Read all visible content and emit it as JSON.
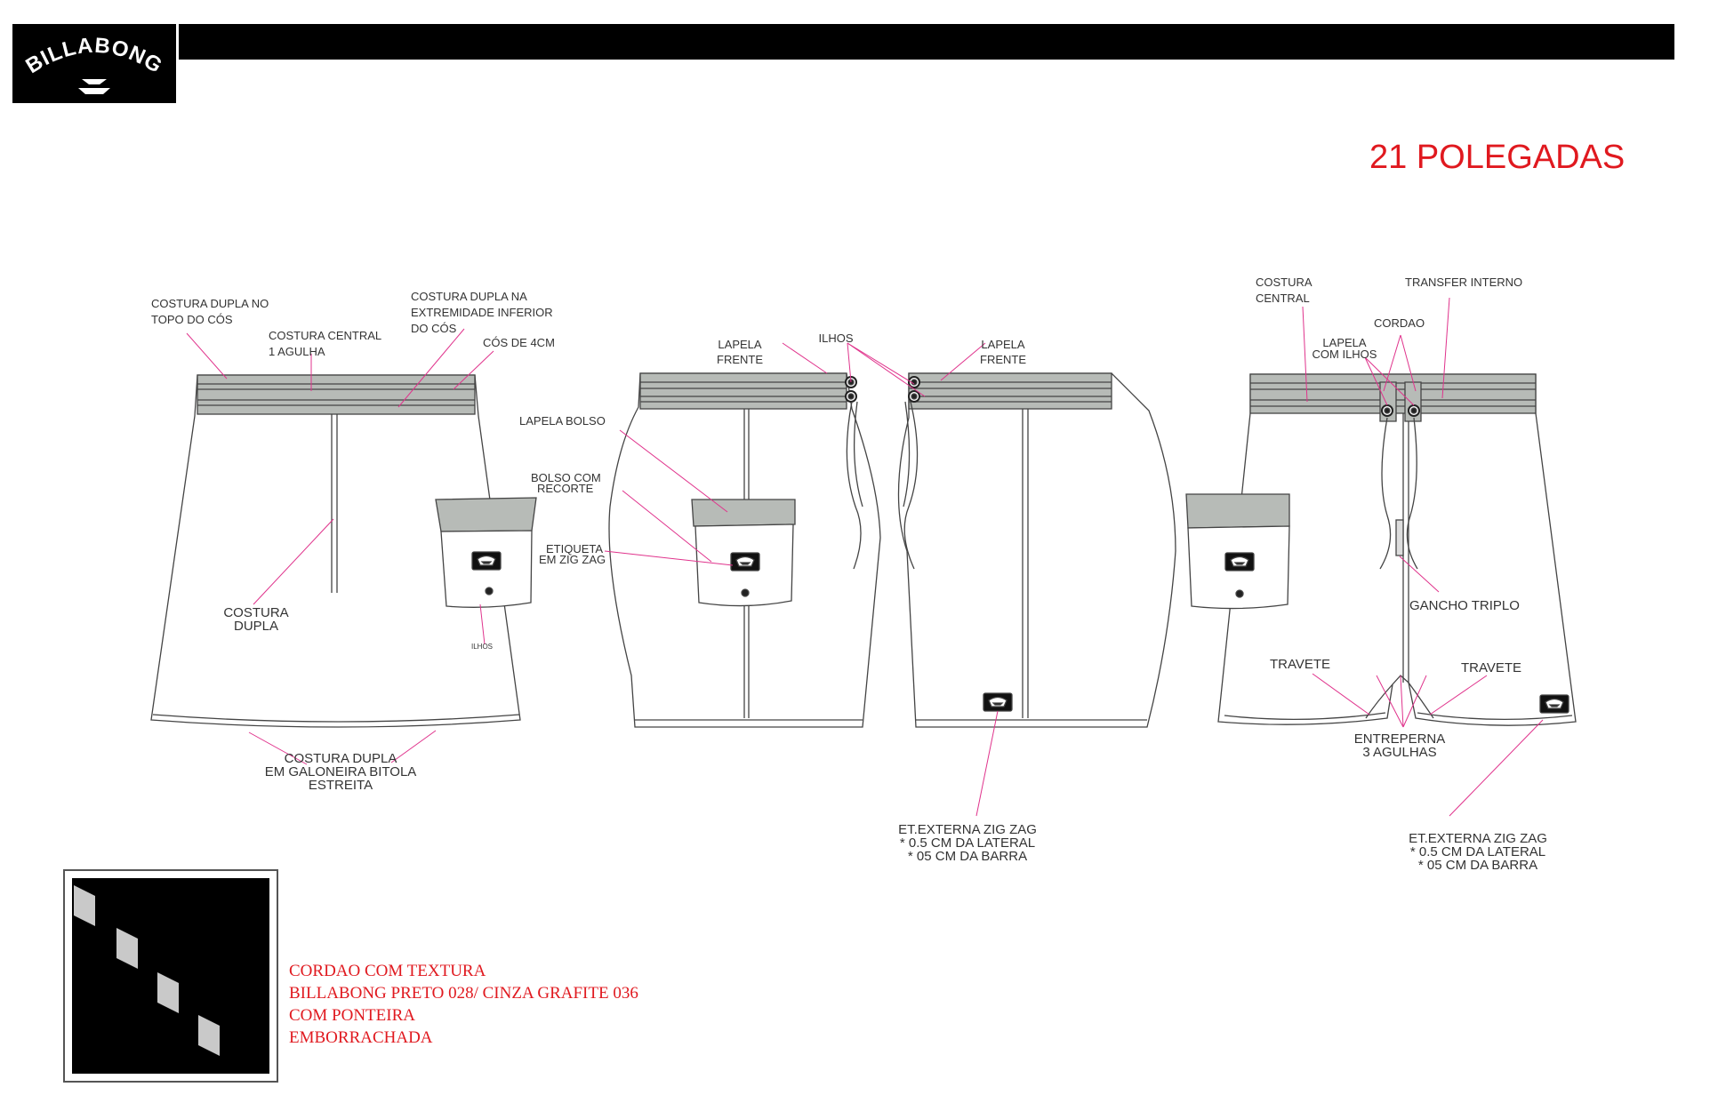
{
  "header": {
    "brand": "BILLABONG",
    "title": "21 POLEGADAS"
  },
  "view1": {
    "costura_dupla_topo": [
      "COSTURA DUPLA NO",
      "TOPO DO CÓS"
    ],
    "costura_central": [
      "COSTURA CENTRAL",
      "1 AGULHA"
    ],
    "costura_dupla_inferior": [
      "COSTURA DUPLA NA",
      "EXTREMIDADE INFERIOR",
      "DO CÓS"
    ],
    "cos": "CÓS DE 4CM",
    "costura_dupla": [
      "COSTURA",
      "DUPLA"
    ],
    "ilhos": "ILHOS",
    "galoneira": [
      "COSTURA DUPLA",
      "EM GALONEIRA BITOLA",
      "ESTREITA"
    ]
  },
  "view2": {
    "lapela_frente_left": [
      "LAPELA",
      "FRENTE"
    ],
    "ilhos": "ILHOS",
    "lapela_frente_right": [
      "LAPELA",
      "FRENTE"
    ],
    "lapela_bolso": "LAPELA BOLSO",
    "bolso_recorte": [
      "BOLSO COM",
      "RECORTE"
    ],
    "etiqueta": [
      "ETIQUETA",
      "EM ZIG ZAG"
    ],
    "et_externa": [
      "ET.EXTERNA ZIG ZAG",
      "* 0.5 CM DA LATERAL",
      "* 05 CM DA BARRA"
    ]
  },
  "view3": {
    "costura_central": [
      "COSTURA",
      "CENTRAL"
    ],
    "transfer": "TRANSFER INTERNO",
    "cordao": "CORDAO",
    "lapela_ilhos": [
      "LAPELA",
      "COM ILHOS"
    ],
    "gancho": "GANCHO TRIPLO",
    "travete_left": "TRAVETE",
    "travete_right": "TRAVETE",
    "entreperna": [
      "ENTREPERNA",
      "3 AGULHAS"
    ],
    "et_externa": [
      "ET.EXTERNA ZIG ZAG",
      "* 0.5 CM DA LATERAL",
      "* 05 CM DA BARRA"
    ]
  },
  "swatch": {
    "note": [
      "CORDAO COM TEXTURA",
      "BILLABONG PRETO 028/ CINZA GRAFITE 036",
      "COM PONTEIRA",
      "EMBORRACHADA"
    ]
  },
  "colors": {
    "annotation_line": "#e0338c",
    "waistband_gray": "#b7bbb7",
    "title_red": "#e0191f"
  }
}
